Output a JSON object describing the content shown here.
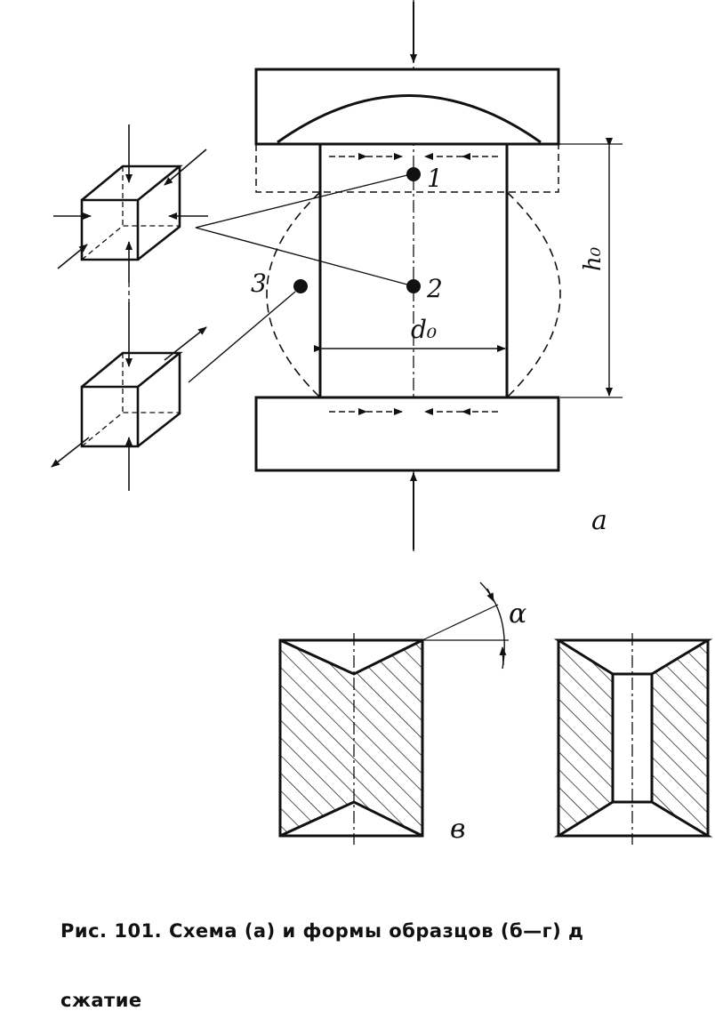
{
  "labels": {
    "point1": "1",
    "point2": "2",
    "point3": "3",
    "height": "h₀",
    "diameter": "d₀",
    "angle": "α",
    "panel_a": "а",
    "panel_v": "в"
  },
  "caption": {
    "line1": "Рис. 101. Схема (а) и формы образцов (б—г) д",
    "line2": "сжатие"
  }
}
